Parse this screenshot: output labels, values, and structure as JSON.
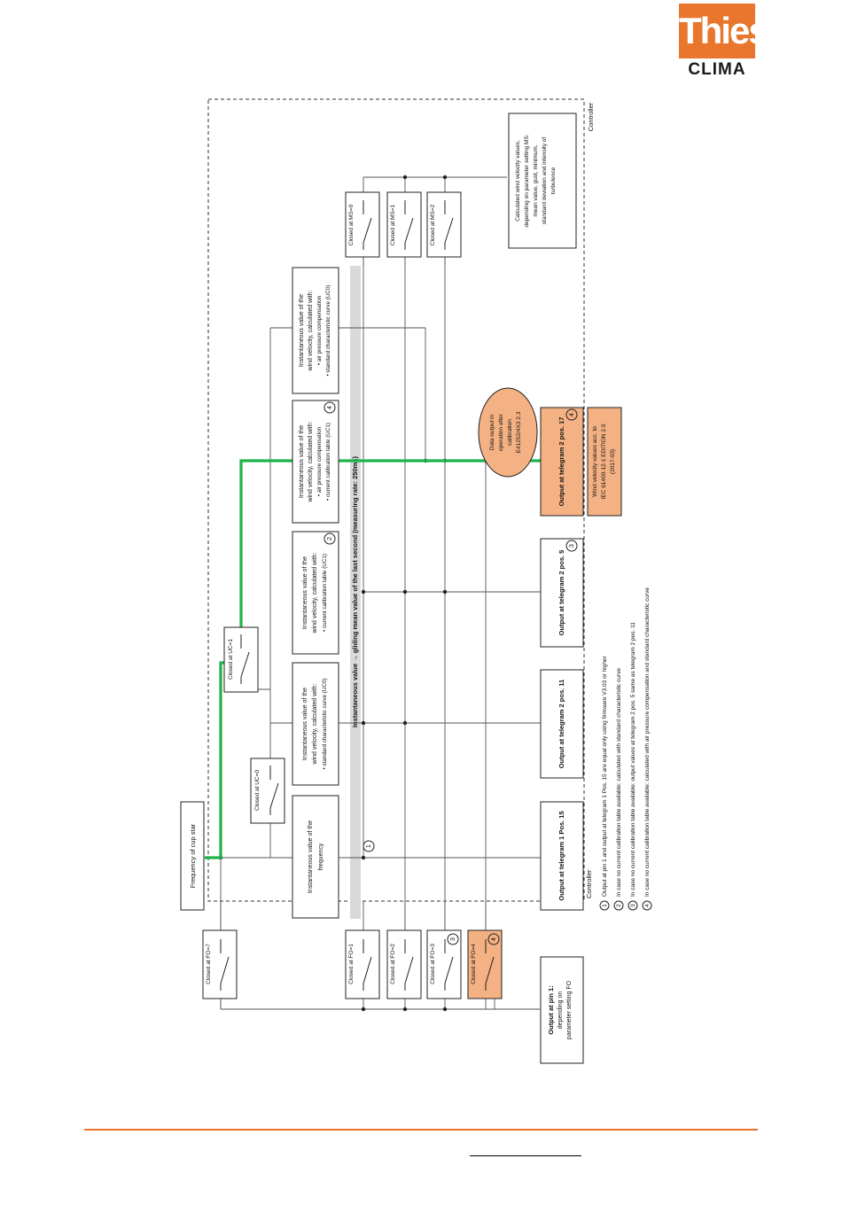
{
  "logo": {
    "line1": "Thies",
    "line2": "CLIMA"
  },
  "controller": {
    "label_top": "Controller",
    "label_bottom": "Controller"
  },
  "frequency_box": "Frequency of cup star",
  "switches": {
    "fo7": "Closed at FO=7",
    "fo1": "Closed at FO=1",
    "fo2": "Closed at FO=2",
    "fo3": "Closed at FO=3",
    "fo4": "Closed at FO=4",
    "uc0": "Closed at UC=0",
    "uc1": "Closed at UC=1",
    "ms0": "Closed at MS=0",
    "ms1": "Closed at MS=1",
    "ms2": "Closed at MS=2"
  },
  "process": {
    "p1": [
      "Instantaneous value of the",
      "frequency"
    ],
    "p2": [
      "Instantaneous value of the",
      "wind velocity, calculated with:",
      "• standard characteristic curve (UC0)"
    ],
    "p3": [
      "Instantaneous value of the",
      "wind velocity, calculated with:",
      "• current calibration table (UC1)"
    ],
    "p4": [
      "Instantaneous value of the",
      "wind velocity, calculated with:",
      "• air pressure compensation",
      "• current calibration table (UC1)"
    ],
    "p5": [
      "Instantaneous value of the",
      "wind velocity, calculated with:",
      "• air pressure compensation",
      "• standard characteristic curve (UC0)"
    ]
  },
  "gliding_bar": "Instantaneous value → gliding mean value of the last second (measuring rate: 250ms)",
  "ms_box": [
    "Calculated wind velocity values,",
    "depending on parameter setting MS:",
    "mean value, gust, minimum,",
    "standard deviation and intensity of",
    "turbulence"
  ],
  "data_output": [
    "Data output in",
    "operation after",
    "calibration",
    "E41252/4X3 2.3"
  ],
  "outputs": {
    "pin1": [
      "Output at pin 1:",
      "depending on",
      "parameter setting FO"
    ],
    "t1p15": "Output at telegram 1 Pos. 15",
    "t2p11": "Output at telegram 2 pos. 11",
    "t2p5": "Output at telegram 2 pos. 5",
    "t2p17": "Output at telegram 2 pos. 17"
  },
  "iec_box": [
    "Wind velocity values acc. to",
    "IEC 61400-12-1 EDITION 2.0",
    "(2017-03)"
  ],
  "markers": {
    "m1": "1",
    "m2": "2",
    "m3": "3",
    "m4": "4"
  },
  "notes": [
    {
      "num": "1",
      "text": "Output at pin 1 and output at telegram 1 Pos. 15 are equal only using firmware V3.03 or higher"
    },
    {
      "num": "2",
      "text": "In case no current calibration table available: calculated with standard characteristic curve"
    },
    {
      "num": "3",
      "text": "In case no current calibration table available: output values at telegram 2 pos. 5 same as telegram 2 pos. 11"
    },
    {
      "num": "4",
      "text": "In case no current calibration table available: calculated with air pressure compensation and standard characteristic curve"
    }
  ],
  "colors": {
    "accent": "#e8762d",
    "green_path": "#1db34a",
    "highlight_fill": "#f4b183",
    "gray_bar": "#d9d9d9"
  }
}
